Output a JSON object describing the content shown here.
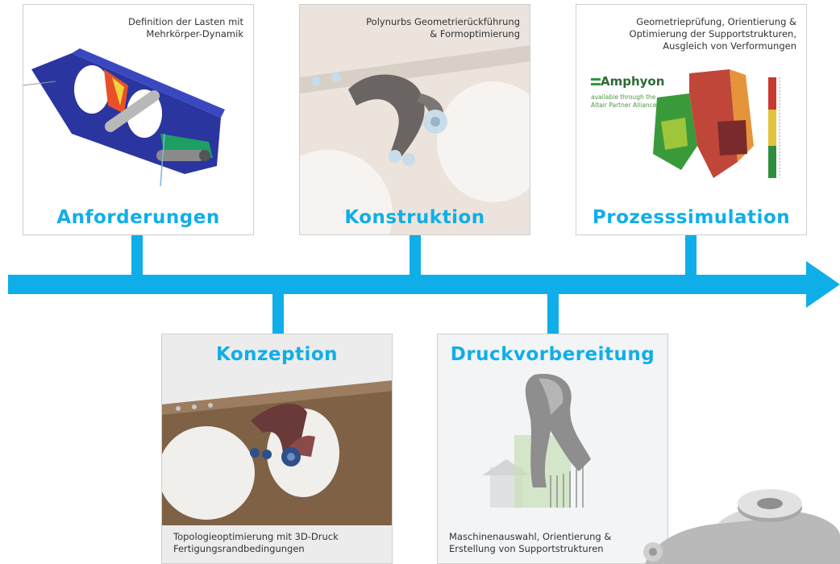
{
  "stages": [
    {
      "title": "Anforderungen",
      "description": [
        "Definition der Lasten mit",
        "Mehrkörper-Dynamik"
      ]
    },
    {
      "title": "Konstruktion",
      "description": [
        "Polynurbs Geometrierückführung",
        "& Formoptimierung"
      ]
    },
    {
      "title": "Prozesssimulation",
      "description": [
        "Geometrieprüfung, Orientierung &",
        "Optimierung der Supportstrukturen,",
        "Ausgleich von Verformungen"
      ]
    },
    {
      "title": "Konzeption",
      "description": [
        "Topologieoptimierung mit 3D-Druck",
        "Fertigungsrandbedingungen"
      ]
    },
    {
      "title": "Druckvorbereitung",
      "description": [
        "Maschinenauswahl, Orientierung &",
        "Erstellung von Supportstrukturen"
      ]
    }
  ],
  "partner": {
    "logo_text": "Amphyon",
    "note": [
      "available through the",
      "Altair Partner Alliance"
    ]
  },
  "colors": {
    "accent": "#10aee8"
  }
}
